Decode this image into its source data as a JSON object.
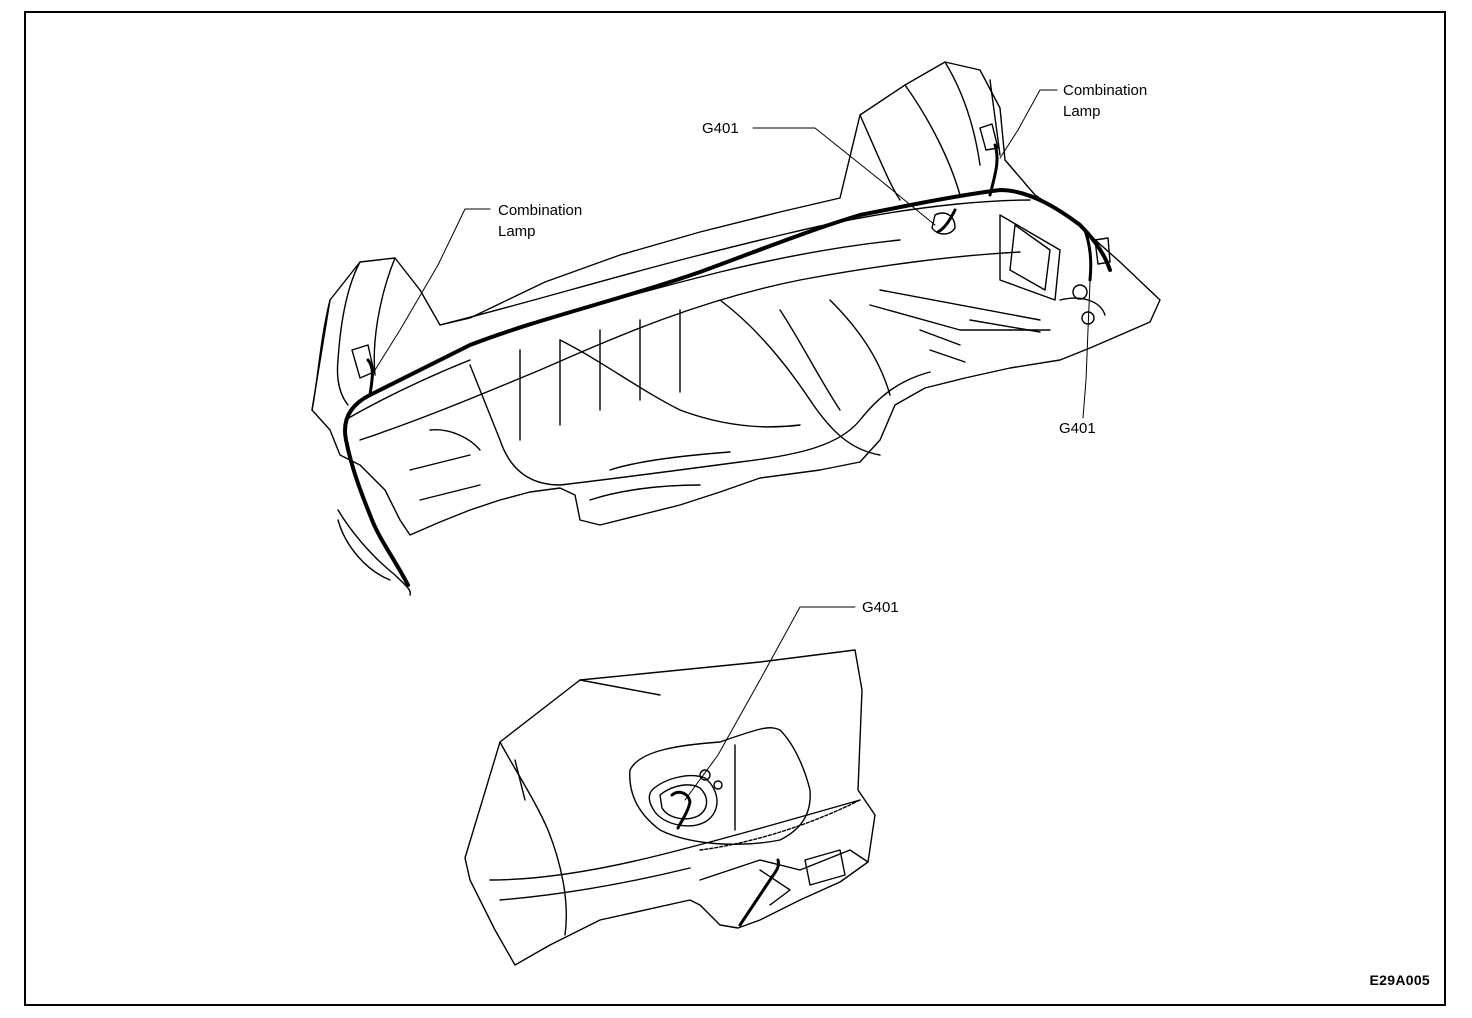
{
  "labels": {
    "combination_lamp_right": {
      "line1": "Combination",
      "line2": "Lamp"
    },
    "combination_lamp_left": {
      "line1": "Combination",
      "line2": "Lamp"
    },
    "g401_top": "G401",
    "g401_right": "G401",
    "g401_detail": "G401"
  },
  "figure_id": "E29A005"
}
